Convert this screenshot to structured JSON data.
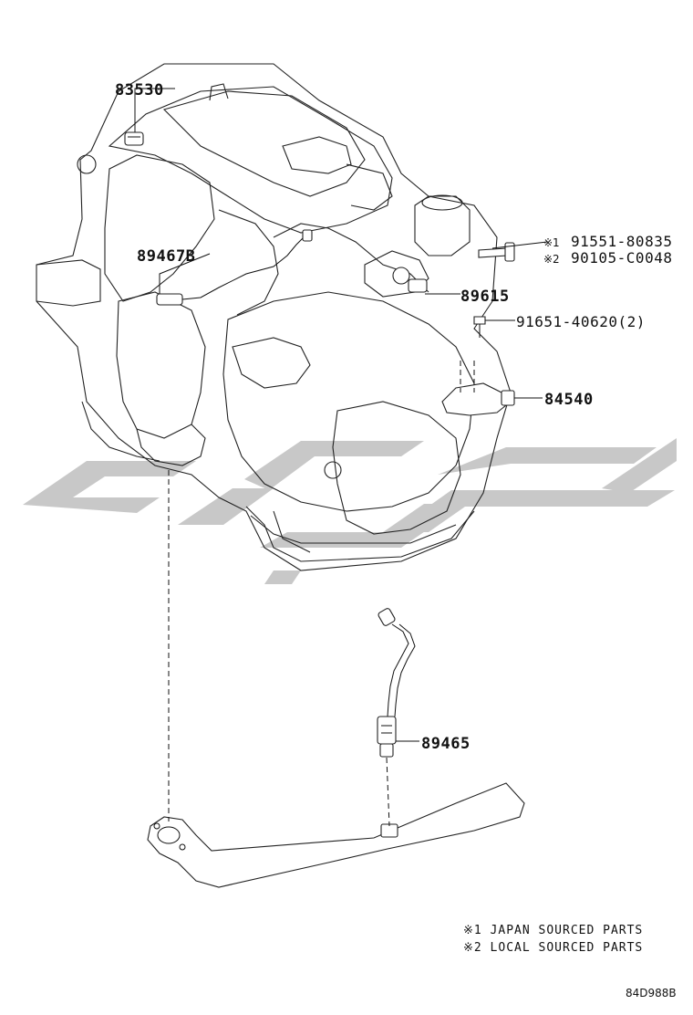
{
  "labels": {
    "p83530": "83530",
    "p89467b": "89467B",
    "p91551": "91551-80835",
    "p90105": "90105-C0048",
    "p89615": "89615",
    "p91651": "91651-40620(2)",
    "p84540": "84540",
    "p89465": "89465"
  },
  "marks": {
    "m1": "※1",
    "m2": "※2"
  },
  "notes": {
    "japan": "※1 JAPAN SOURCED PARTS",
    "local": "※2 LOCAL SOURCED PARTS"
  },
  "diagram_code": "84D988B",
  "colors": {
    "line": "#111111",
    "watermark": "#c8c8c8"
  }
}
